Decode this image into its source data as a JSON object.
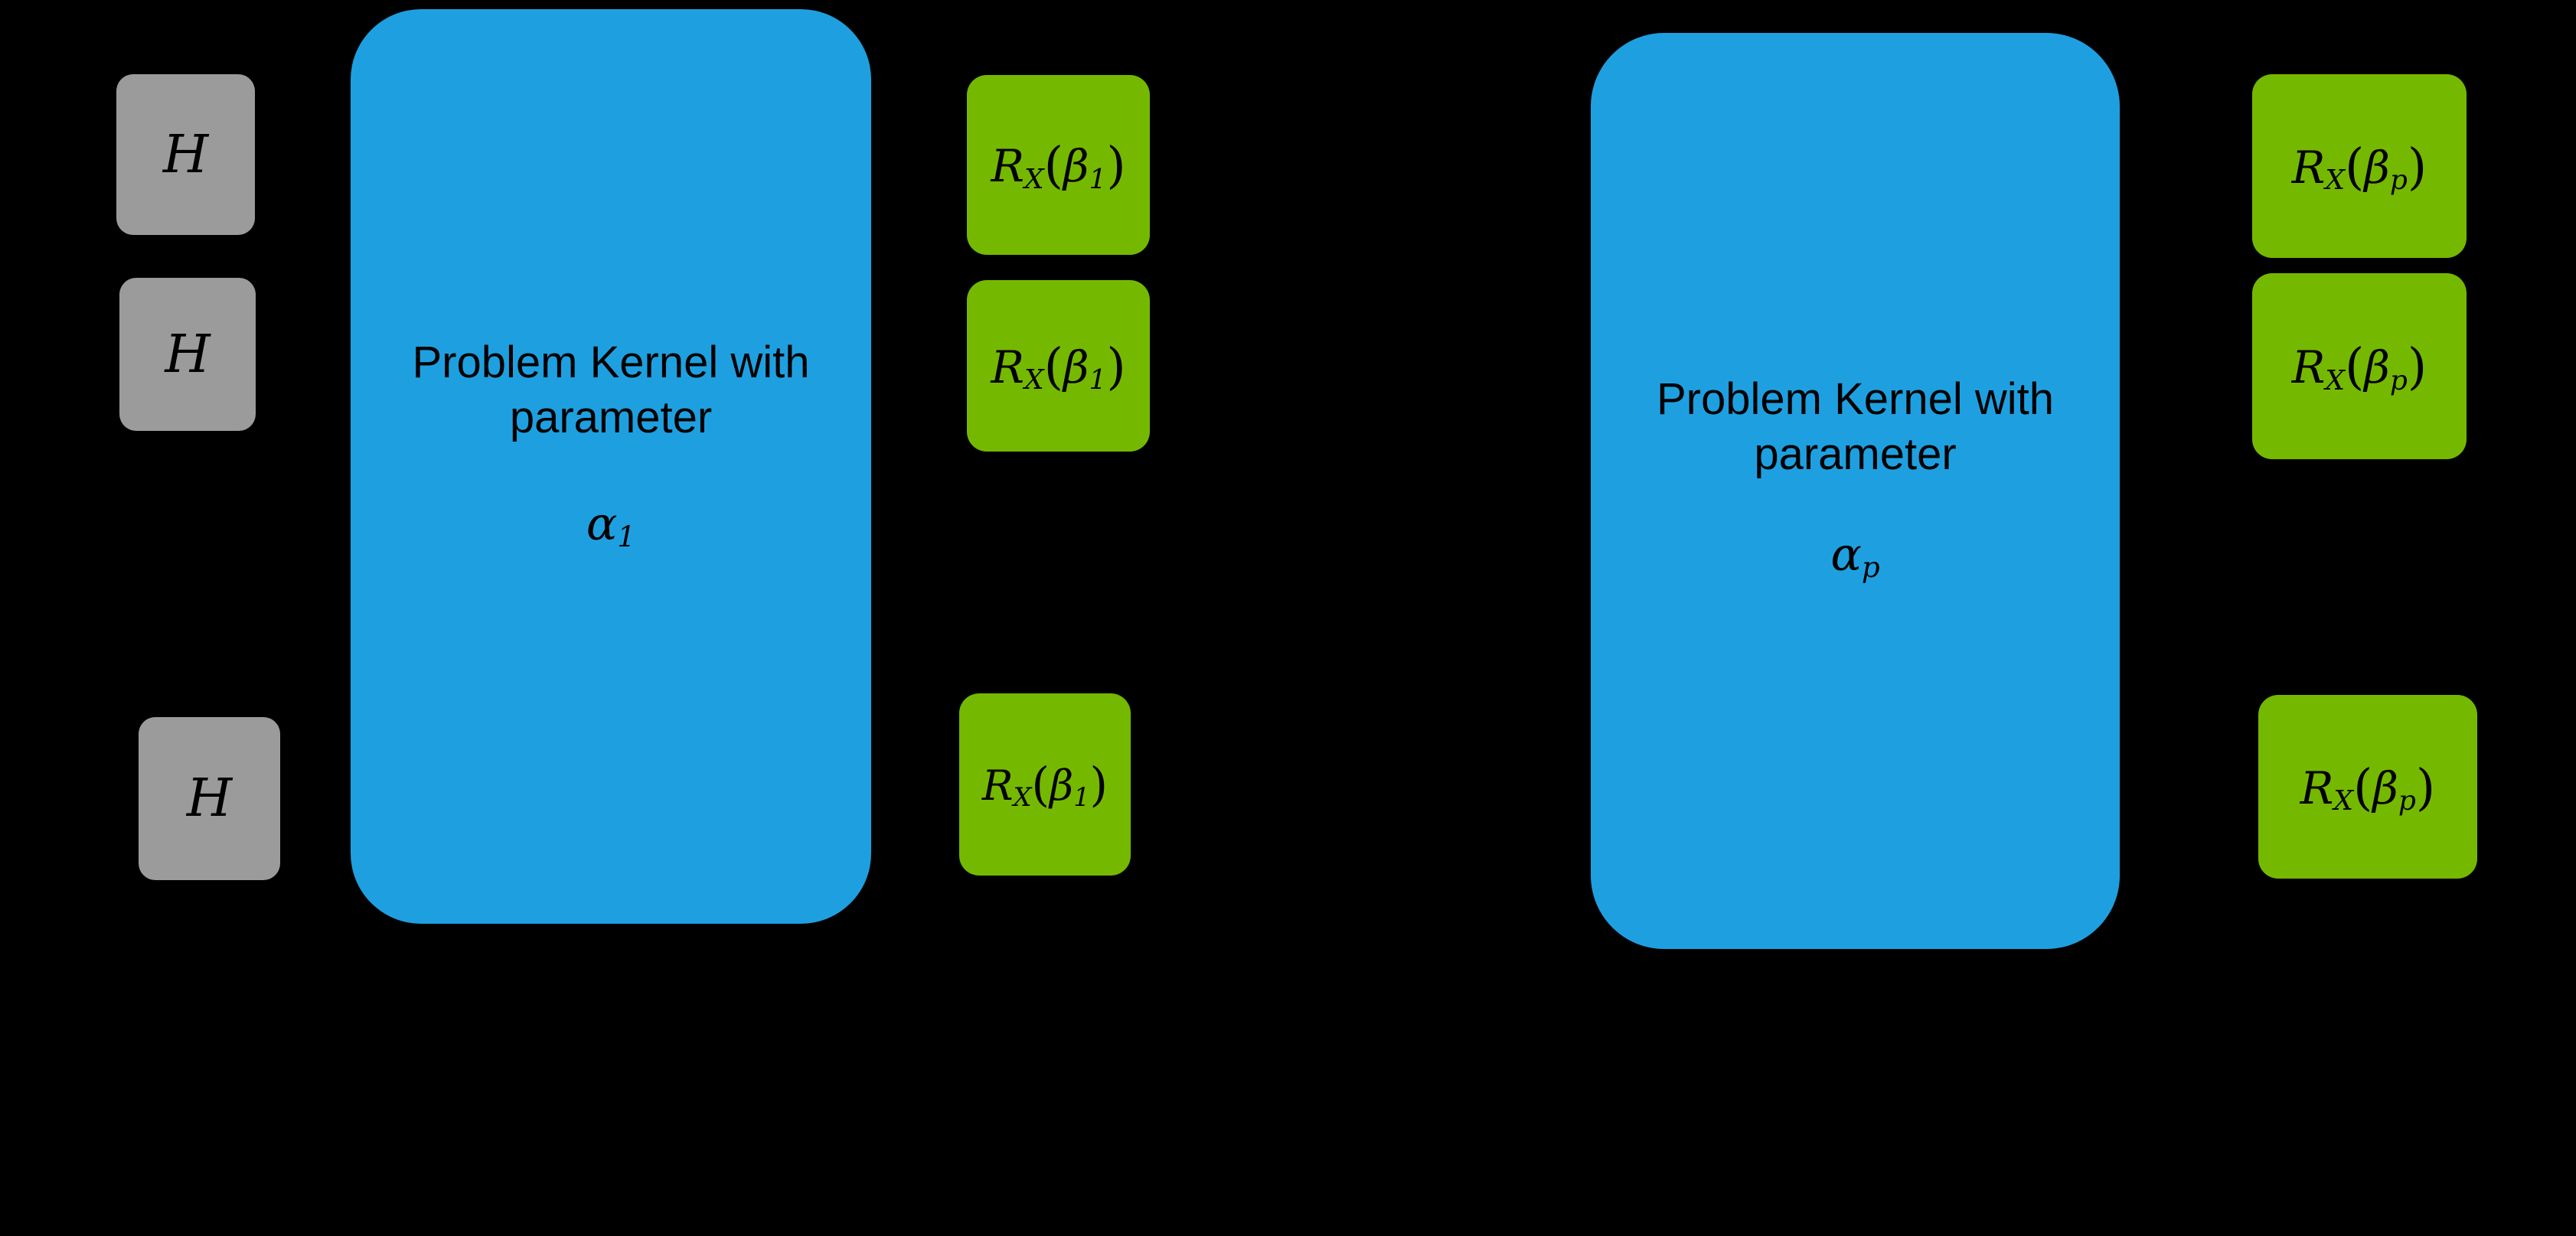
{
  "diagram_type": "quantum-circuit-qaoa",
  "colors": {
    "background": "#000000",
    "kernel_blue": "#1ea0e0",
    "mixer_green": "#74b900",
    "hadamard_gray": "#9b9b9b",
    "label_black": "#000000"
  },
  "layer_1": {
    "hadamard": {
      "label": "H"
    },
    "kernel": {
      "title_line1": "Problem Kernel with",
      "title_line2": "parameter",
      "param": {
        "symbol": "α",
        "subscript": "1"
      }
    },
    "mixer": {
      "rotation": "R",
      "rotation_sub": "X",
      "paren_open": "(",
      "angle": "β",
      "angle_sub": "1",
      "paren_close": ")"
    }
  },
  "layer_p": {
    "kernel": {
      "title_line1": "Problem Kernel with",
      "title_line2": "parameter",
      "param": {
        "symbol": "α",
        "subscript": "p"
      }
    },
    "mixer": {
      "rotation": "R",
      "rotation_sub": "X",
      "paren_open": "(",
      "angle": "β",
      "angle_sub": "p",
      "paren_close": ")"
    }
  }
}
